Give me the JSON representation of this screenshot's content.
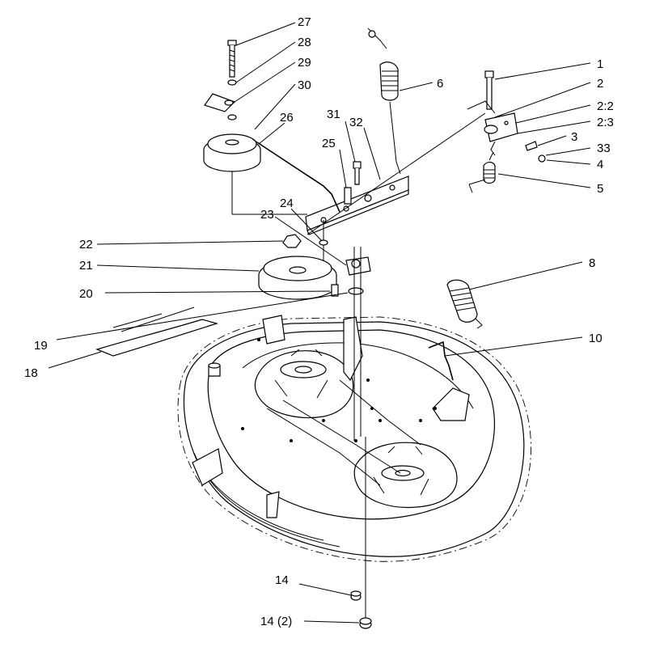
{
  "diagram": {
    "callouts": {
      "c1": "1",
      "c2": "2",
      "c2_2": "2:2",
      "c2_3": "2:3",
      "c3": "3",
      "c33": "33",
      "c4": "4",
      "c5": "5",
      "c6": "6",
      "c8": "8",
      "c10": "10",
      "c14": "14",
      "c14_2": "14 (2)",
      "c18": "18",
      "c19": "19",
      "c20": "20",
      "c21": "21",
      "c22": "22",
      "c23": "23",
      "c24": "24",
      "c25": "25",
      "c26": "26",
      "c27": "27",
      "c28": "28",
      "c29": "29",
      "c30": "30",
      "c31": "31",
      "c32": "32"
    }
  }
}
